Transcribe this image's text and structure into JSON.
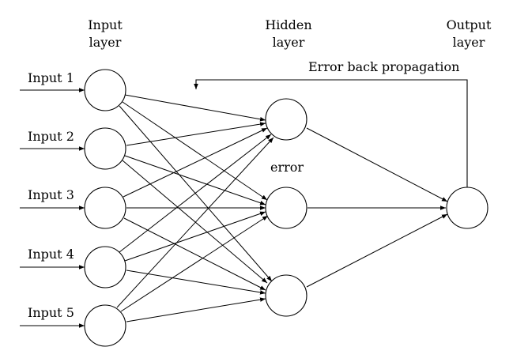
{
  "headers": {
    "input": [
      "Input",
      "layer"
    ],
    "hidden": [
      "Hidden",
      "layer"
    ],
    "output": [
      "Output",
      "layer"
    ]
  },
  "input_labels": [
    "Input 1",
    "Input 2",
    "Input 3",
    "Input 4",
    "Input 5"
  ],
  "annotations": {
    "error": "error",
    "backprop": "Error back propagation"
  },
  "colors": {
    "stroke": "#000000",
    "node_fill": "#ffffff"
  }
}
